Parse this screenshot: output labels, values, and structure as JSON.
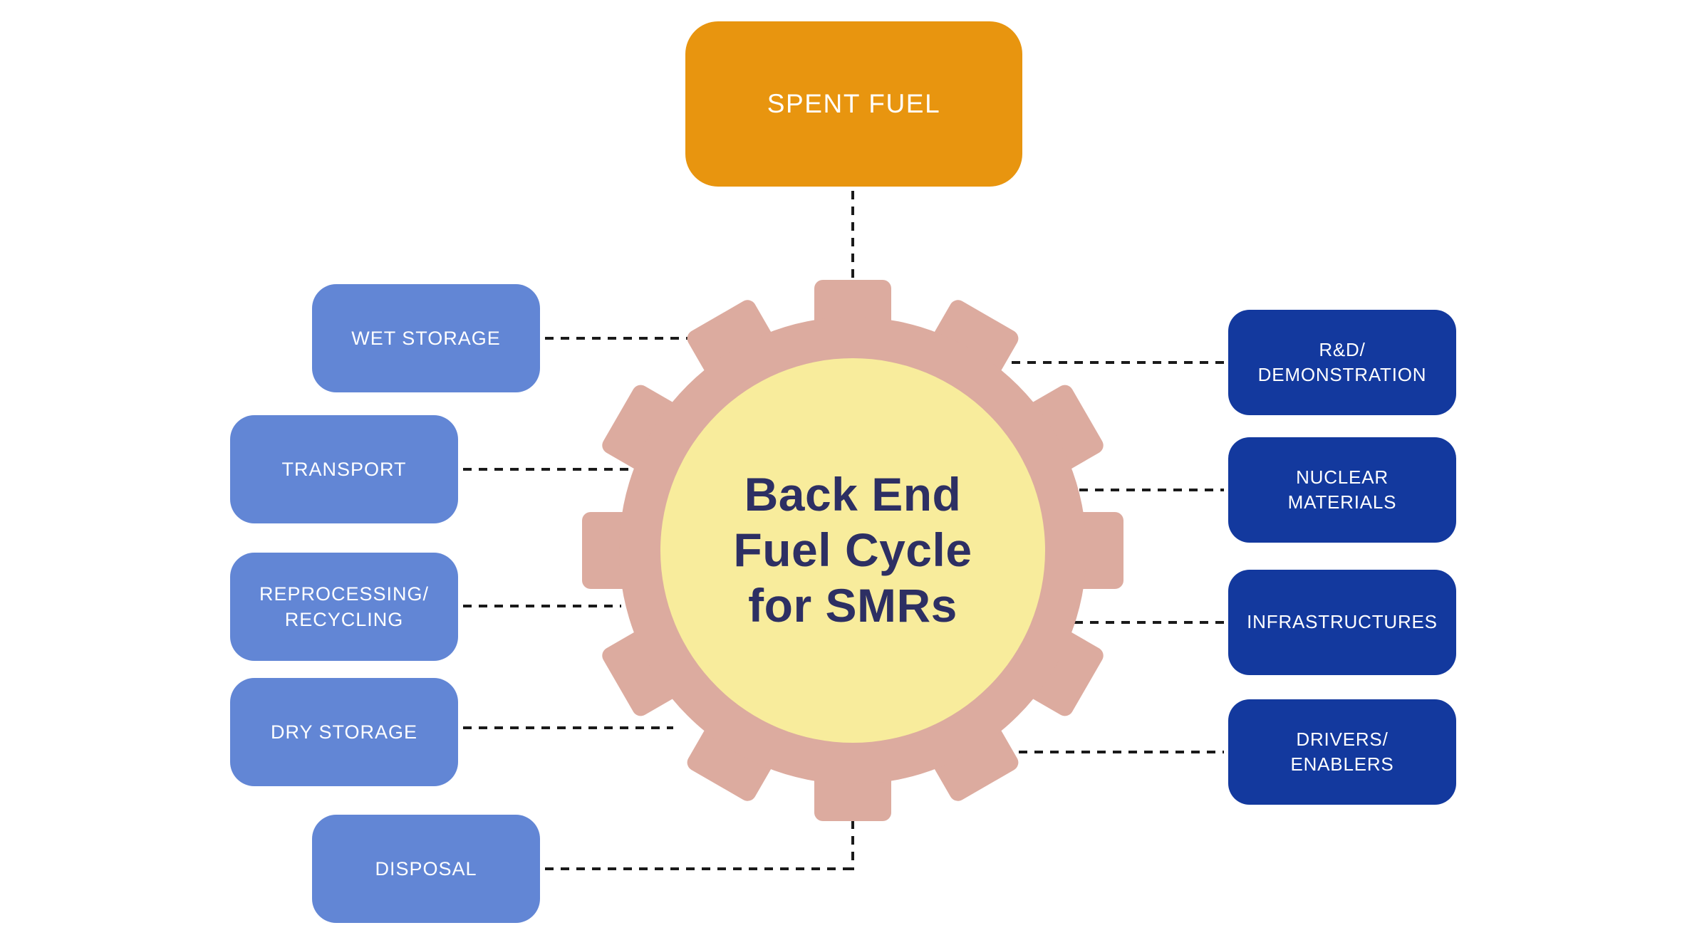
{
  "title": {
    "lines": "Back End\nFuel Cycle\nfor SMRs"
  },
  "top_node": {
    "label": "SPENT FUEL"
  },
  "left_nodes": [
    {
      "label": "WET STORAGE"
    },
    {
      "label": "TRANSPORT"
    },
    {
      "label": "REPROCESSING/\nRECYCLING"
    },
    {
      "label": "DRY STORAGE"
    },
    {
      "label": "DISPOSAL"
    }
  ],
  "right_nodes": [
    {
      "label": "R&D/\nDEMONSTRATION"
    },
    {
      "label": "NUCLEAR\nMATERIALS"
    },
    {
      "label": "INFRASTRUCTURES"
    },
    {
      "label": "DRIVERS/\nENABLERS"
    }
  ],
  "colors": {
    "spent_fuel": "#E8950F",
    "left_node": "#6286D5",
    "right_node": "#13399E",
    "gear": "#DCAB9F",
    "gear_center": "#F8EC9C",
    "title_text": "#2D2F63",
    "connector": "#1A1A1A",
    "node_text": "#FFFFFF"
  }
}
